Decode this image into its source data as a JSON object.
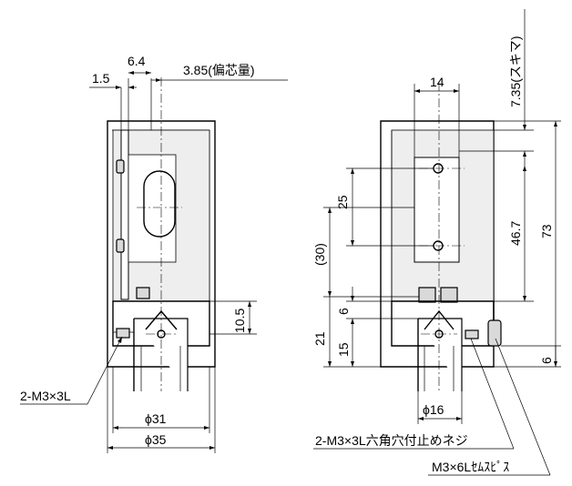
{
  "diagram": {
    "left_view": {
      "dims": {
        "d1": "1.5",
        "d2": "6.4",
        "offset": "3.85(偏芯量)",
        "d3": "10.5",
        "phi31": "ϕ31",
        "phi35": "ϕ35"
      },
      "callouts": {
        "screw": "2-M3×3L"
      }
    },
    "right_view": {
      "dims": {
        "w14": "14",
        "gap": "7.35(スキマ)",
        "p25": "25",
        "p30": "(30)",
        "p46": "46.7",
        "h73": "73",
        "p6a": "6",
        "p21": "21",
        "p15": "15",
        "p6b": "6",
        "phi16": "ϕ16"
      },
      "callouts": {
        "hex_screw": "2-M3×3L六角穴付止めネジ",
        "set_screw": "M3×6Lｾﾑｽﾋﾟｽ"
      }
    }
  }
}
